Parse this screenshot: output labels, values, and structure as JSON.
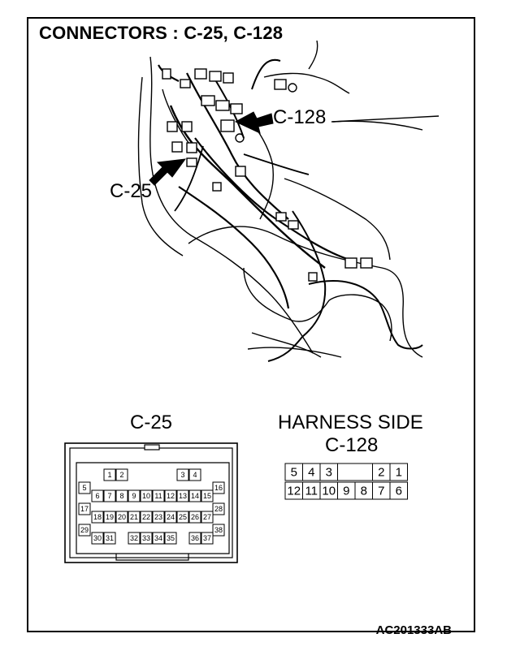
{
  "title": "CONNECTORS : C-25, C-128",
  "callouts": {
    "c128": "C-128",
    "c25": "C-25"
  },
  "c25": {
    "label": "C-25",
    "pins": [
      "1",
      "2",
      "3",
      "4",
      "5",
      "6",
      "7",
      "8",
      "9",
      "10",
      "11",
      "12",
      "13",
      "14",
      "15",
      "16",
      "17",
      "18",
      "19",
      "20",
      "21",
      "22",
      "23",
      "24",
      "25",
      "26",
      "27",
      "28",
      "29",
      "30",
      "31",
      "32",
      "33",
      "34",
      "35",
      "36",
      "37",
      "38"
    ]
  },
  "c128": {
    "heading_line1": "HARNESS SIDE",
    "heading_line2": "C-128",
    "row1": [
      "5",
      "4",
      "3",
      "",
      "2",
      "1"
    ],
    "row2": [
      "12",
      "11",
      "10",
      "9",
      "8",
      "7",
      "6"
    ]
  },
  "figure_code": "AC201333AB"
}
